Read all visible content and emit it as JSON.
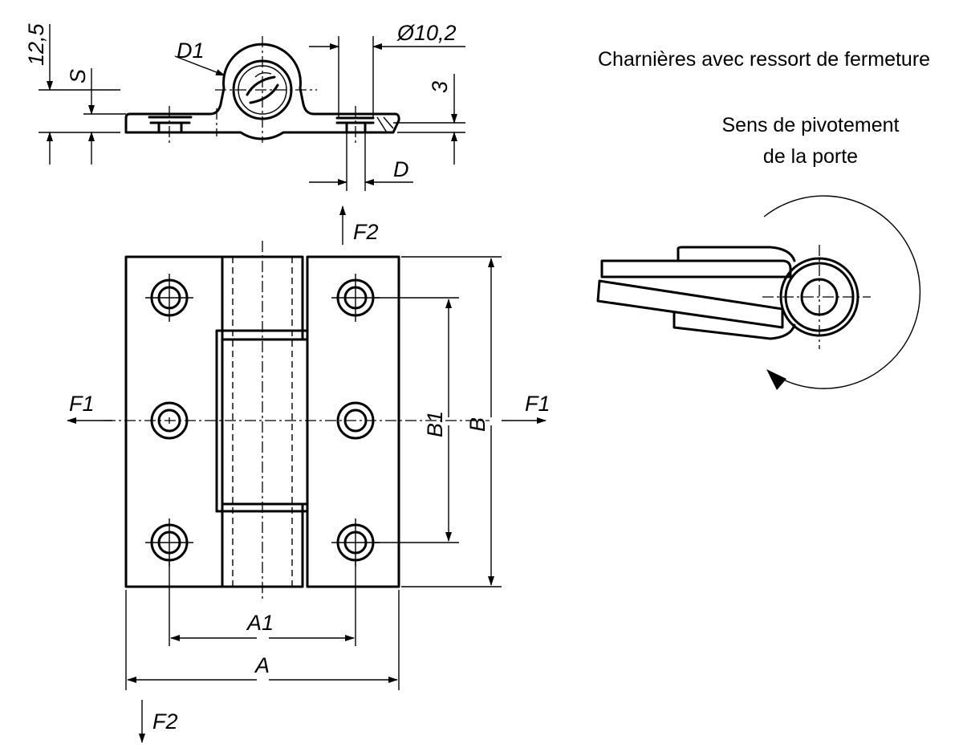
{
  "notes": {
    "title": "Charnières avec ressort de fermeture",
    "pivot_line1": "Sens de pivotement",
    "pivot_line2": "de la porte"
  },
  "dimensions": {
    "height_total": "12,5",
    "s": "S",
    "d1": "D1",
    "pin_diameter": "Ø10,2",
    "three": "3",
    "d": "D",
    "a": "A",
    "a1": "A1",
    "b": "B",
    "b1": "B1"
  },
  "forces": {
    "f1_left": "F1",
    "f1_right": "F1",
    "f2_top": "F2",
    "f2_bottom": "F2"
  }
}
